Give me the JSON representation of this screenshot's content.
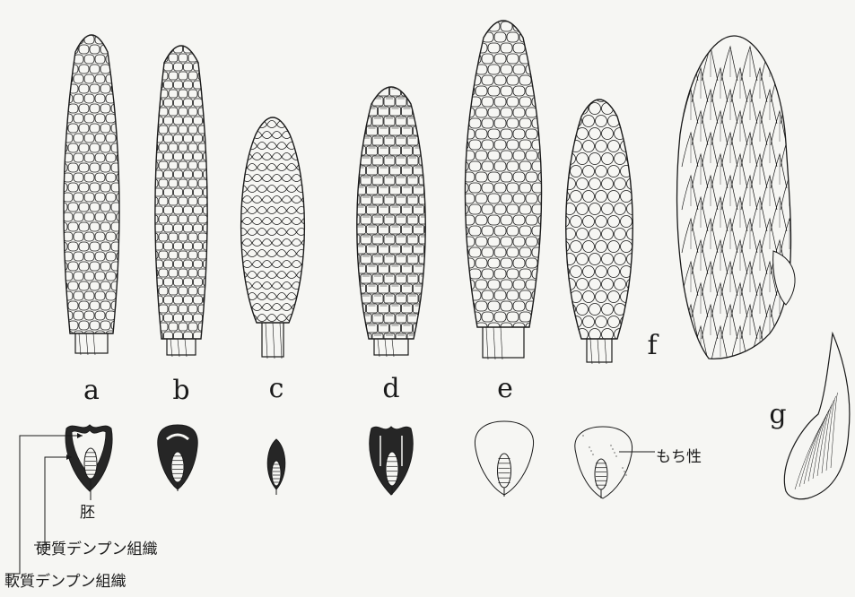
{
  "figure": {
    "ear_labels": [
      "a",
      "b",
      "c",
      "d",
      "e",
      "f",
      "g"
    ],
    "kernel_labels": {
      "embryo": "胚",
      "hard_starch": "硬質デンプン組織",
      "soft_starch": "軟質デンプン組織",
      "waxy": "もち性"
    },
    "colors": {
      "ink": "#1a1a1a",
      "paper": "#f6f6f3",
      "hard_tissue": "#262626"
    }
  }
}
